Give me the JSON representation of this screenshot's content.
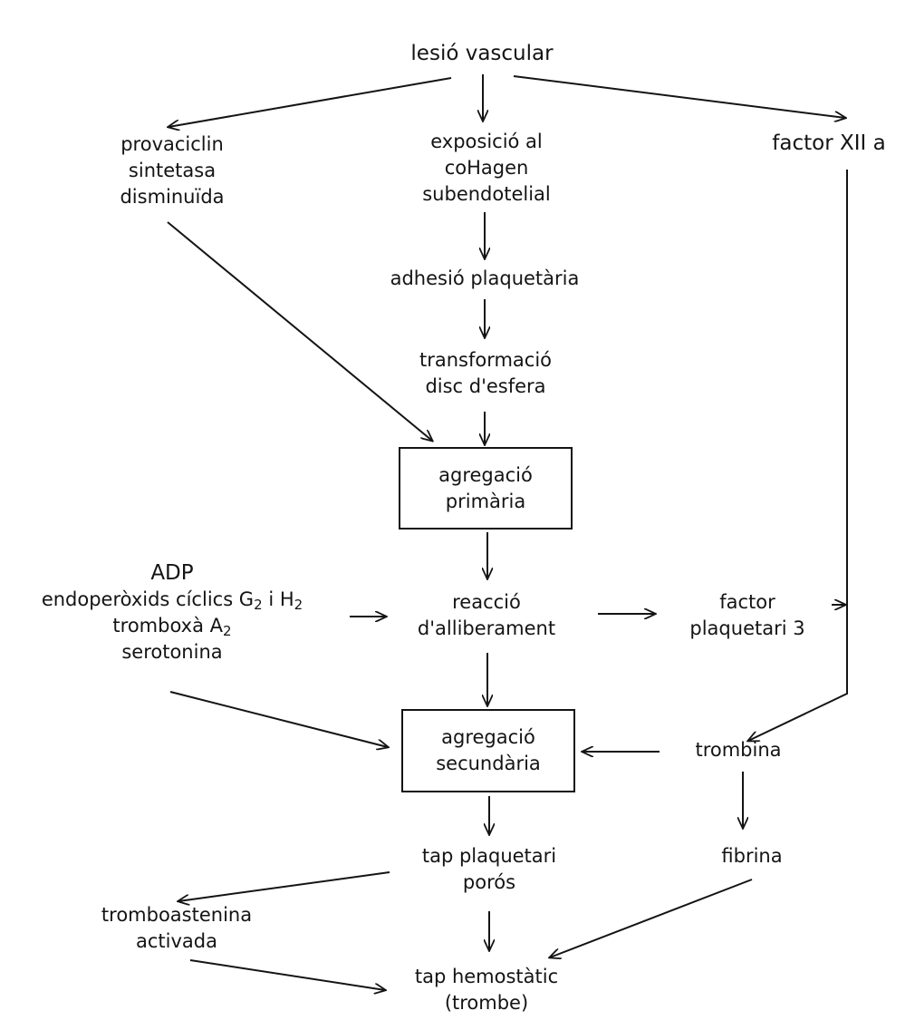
{
  "nodes": {
    "lesio": [
      "lesió vascular"
    ],
    "prova": [
      "provaciclin",
      "sintetasa",
      "disminuïda"
    ],
    "expos": [
      "exposició al",
      "coHagen",
      "subendotelial"
    ],
    "factor12": [
      "factor XII a"
    ],
    "adhesio": [
      "adhesió plaquetària"
    ],
    "transf": [
      "transformació",
      "disc d'esfera"
    ],
    "agr1": [
      "agregació",
      "primària"
    ],
    "adp_list": {
      "adp": "ADP",
      "endo_main": "endoperòxids cíclics G",
      "endo_sub1": "2",
      "endo_mid": " i H",
      "endo_sub2": "2",
      "trombo_main": "tromboxà A",
      "trombo_sub": "2",
      "sero": "serotonina"
    },
    "reaccio": [
      "reacció",
      "d'alliberament"
    ],
    "fp3": [
      "factor",
      "plaquetari 3"
    ],
    "agr2": [
      "agregació",
      "secundària"
    ],
    "trombina": [
      "trombina"
    ],
    "tapplaq": [
      "tap plaquetari",
      "porós"
    ],
    "fibrina": [
      "fibrina"
    ],
    "trombo_act": [
      "tromboastenina",
      "activada"
    ],
    "hemo": [
      "tap hemostàtic",
      "(trombe)"
    ]
  },
  "colors": {
    "ink": "#141414",
    "paper": "#ffffff"
  }
}
